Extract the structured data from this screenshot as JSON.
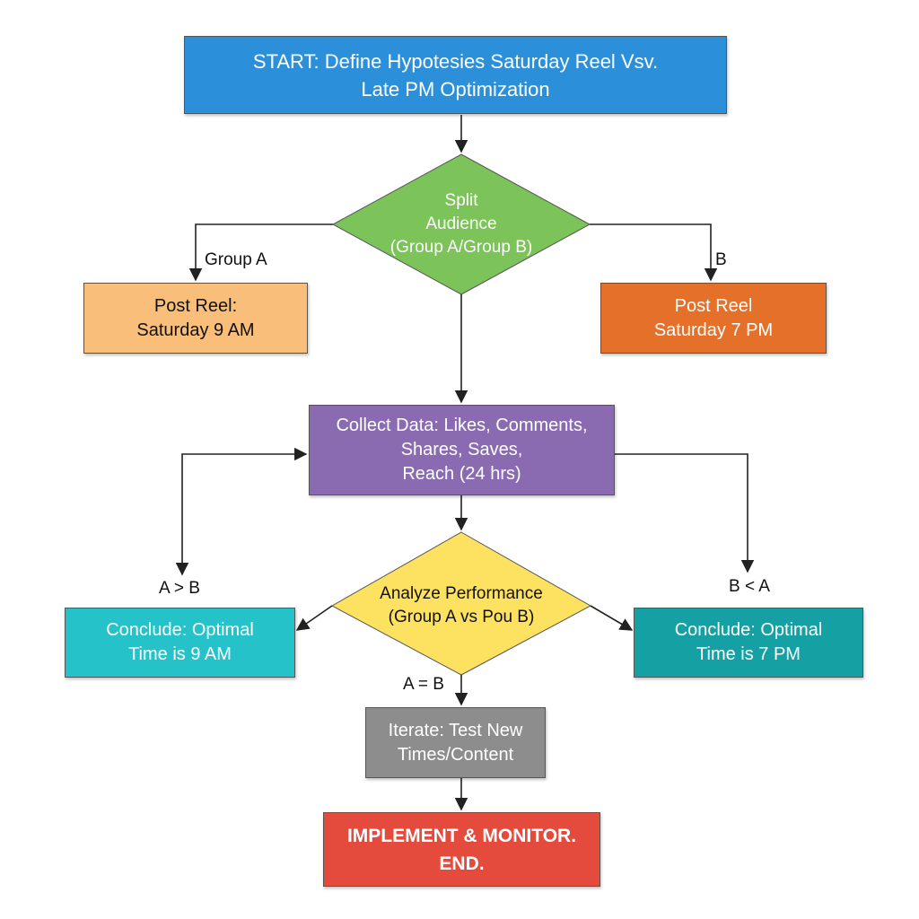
{
  "colors": {
    "start": "#2b90d9",
    "split": "#7cc35a",
    "post_a": "#f9bf7a",
    "post_b": "#e4702a",
    "collect": "#8a6bb1",
    "analyze": "#fde262",
    "conclude_a": "#25c3c9",
    "conclude_b": "#15a1a3",
    "iterate": "#8d8d8d",
    "end": "#e44b3c",
    "line": "#222222"
  },
  "nodes": {
    "start": {
      "lines": [
        "START: Define Hypotesies  Saturday Reel Vsv.",
        "Late PM Optimization"
      ]
    },
    "split": {
      "lines": [
        "Split",
        "Audience",
        "(Group A/Group B)"
      ]
    },
    "post_a": {
      "lines": [
        "Post Reel:",
        "Saturday 9 AM"
      ]
    },
    "post_b": {
      "lines": [
        "Post Reel",
        "Saturday 7 PM"
      ]
    },
    "collect": {
      "lines": [
        "Collect Data: Likes, Comments,",
        "Shares, Saves,",
        "Reach (24 hrs)"
      ]
    },
    "analyze": {
      "lines": [
        "Analyze Performance",
        "(Group A vs Pou B)"
      ]
    },
    "conclude_a": {
      "lines": [
        "Conclude: Optimal",
        "Time is 9 AM"
      ]
    },
    "conclude_b": {
      "lines": [
        "Conclude: Optimal",
        "Time is 7 PM"
      ]
    },
    "iterate": {
      "lines": [
        "Iterate: Test New",
        "Times/Content"
      ]
    },
    "end": {
      "lines": [
        "IMPLEMENT & MONITOR.",
        "END."
      ]
    }
  },
  "edge_labels": {
    "group_a": "Group A",
    "b": "B",
    "a_gt_b": "A > B",
    "b_lt_a": "B < A",
    "a_eq_b": "A = B"
  }
}
